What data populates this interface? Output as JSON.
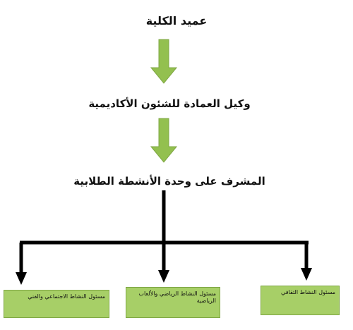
{
  "dean": {
    "title": "عميد الكلية"
  },
  "vice_dean": {
    "title": "وكيل العمادة للشئون الأكاديمية"
  },
  "supervisor": {
    "title": "المشرف على وحدة الأنشطة الطلابية"
  },
  "units": [
    {
      "label": "مسئول النشاط الاجتماعي والفني"
    },
    {
      "label": "مسئول النشاط الرياضي والألعاب الرياضية"
    },
    {
      "label": "مسئول النشاط الثقافي"
    }
  ],
  "colors": {
    "arrow_fill": "#93c04f",
    "box_fill": "#a7cf67",
    "connector": "#000000"
  }
}
